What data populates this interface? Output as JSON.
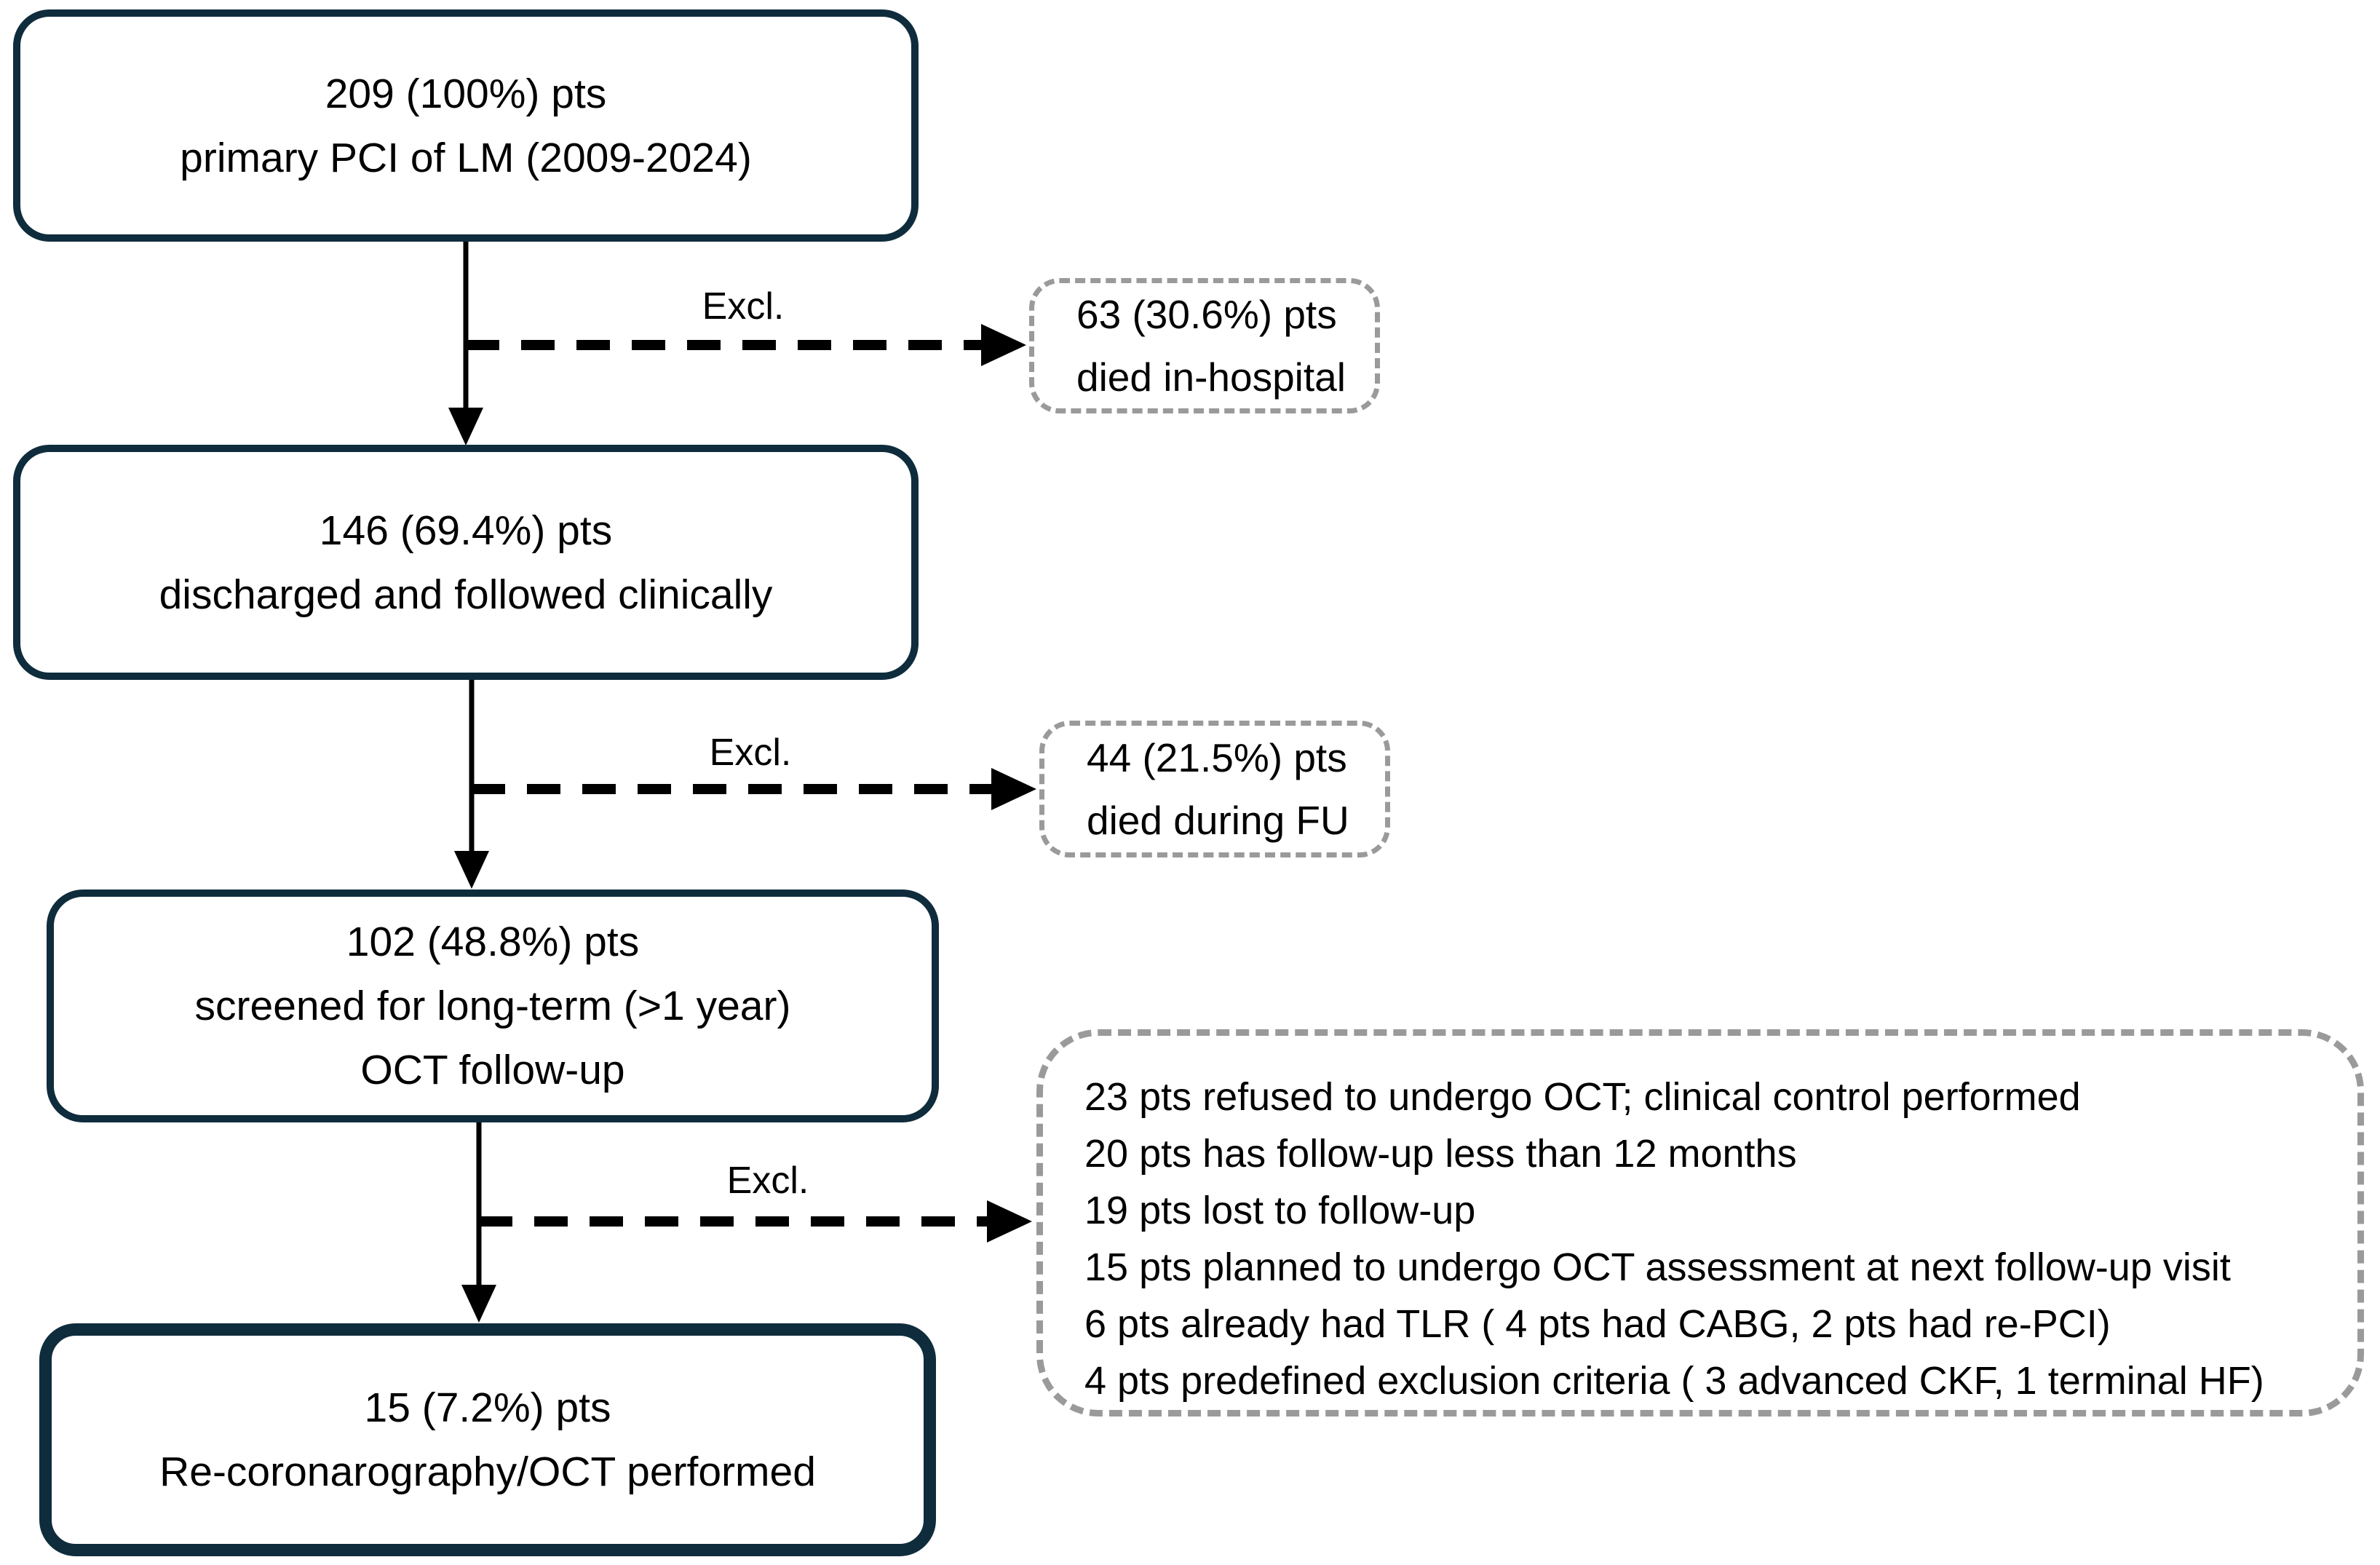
{
  "diagram": {
    "colors": {
      "background": "#ffffff",
      "main_border": "#0f2c3c",
      "dashed_border": "#9a9a9a",
      "arrow": "#000000",
      "text": "#000000"
    },
    "main_boxes": [
      {
        "lines": [
          "209 (100%) pts",
          "primary PCI of LM (2009-2024)"
        ]
      },
      {
        "lines": [
          "146 (69.4%) pts",
          "discharged and followed clinically"
        ]
      },
      {
        "lines": [
          "102 (48.8%) pts",
          "screened for long-term (>1 year)",
          "OCT follow-up"
        ]
      },
      {
        "lines": [
          "15 (7.2%) pts",
          "Re-coronarography/OCT performed"
        ]
      }
    ],
    "exclusions": [
      {
        "label": "Excl.",
        "box_lines": [
          "63 (30.6%) pts",
          "died in-hospital"
        ]
      },
      {
        "label": "Excl.",
        "box_lines": [
          "44 (21.5%) pts",
          "died during FU"
        ]
      },
      {
        "label": "Excl.",
        "box_lines": [
          "23 pts refused to undergo OCT; clinical control performed",
          "20 pts has follow-up less than 12 months",
          "19 pts lost to follow-up",
          "15 pts planned to undergo OCT assessment at next follow-up visit",
          "6 pts already had TLR ( 4 pts had CABG, 2 pts had re-PCI)",
          "4 pts predefined exclusion criteria ( 3 advanced CKF, 1 terminal HF)"
        ]
      }
    ]
  }
}
